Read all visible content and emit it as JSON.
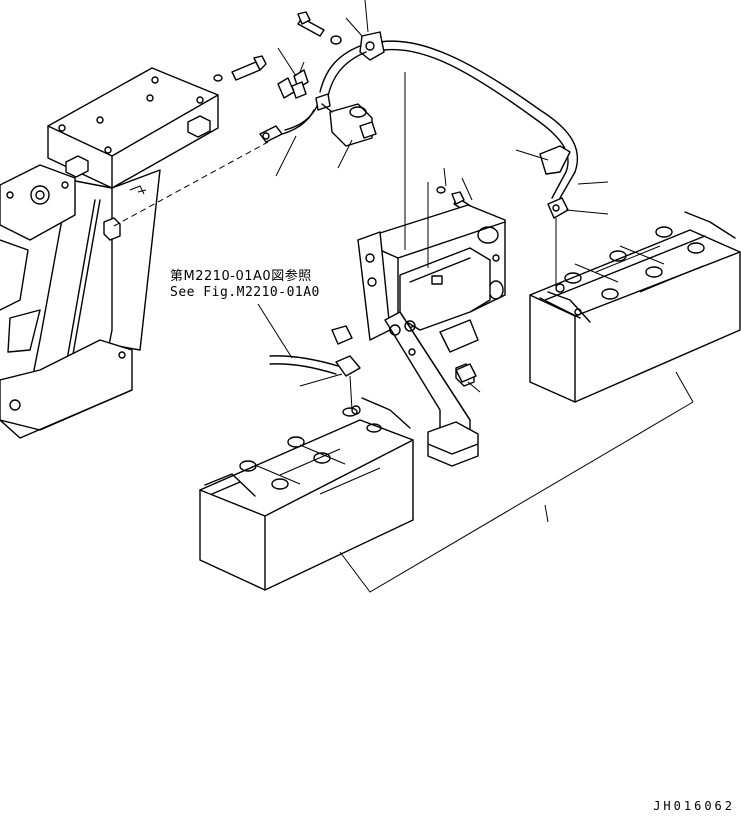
{
  "reference": {
    "line_jp": "第M2210-01A0図参照",
    "line_en": "See Fig.M2210-01A0"
  },
  "drawing_id": "JH016062",
  "components": [
    "frame-bracket",
    "battery-relay",
    "mounting-bracket",
    "battery-left",
    "battery-right",
    "cable-main",
    "cable-relay",
    "cable-to-ref",
    "battery-hold-down"
  ]
}
